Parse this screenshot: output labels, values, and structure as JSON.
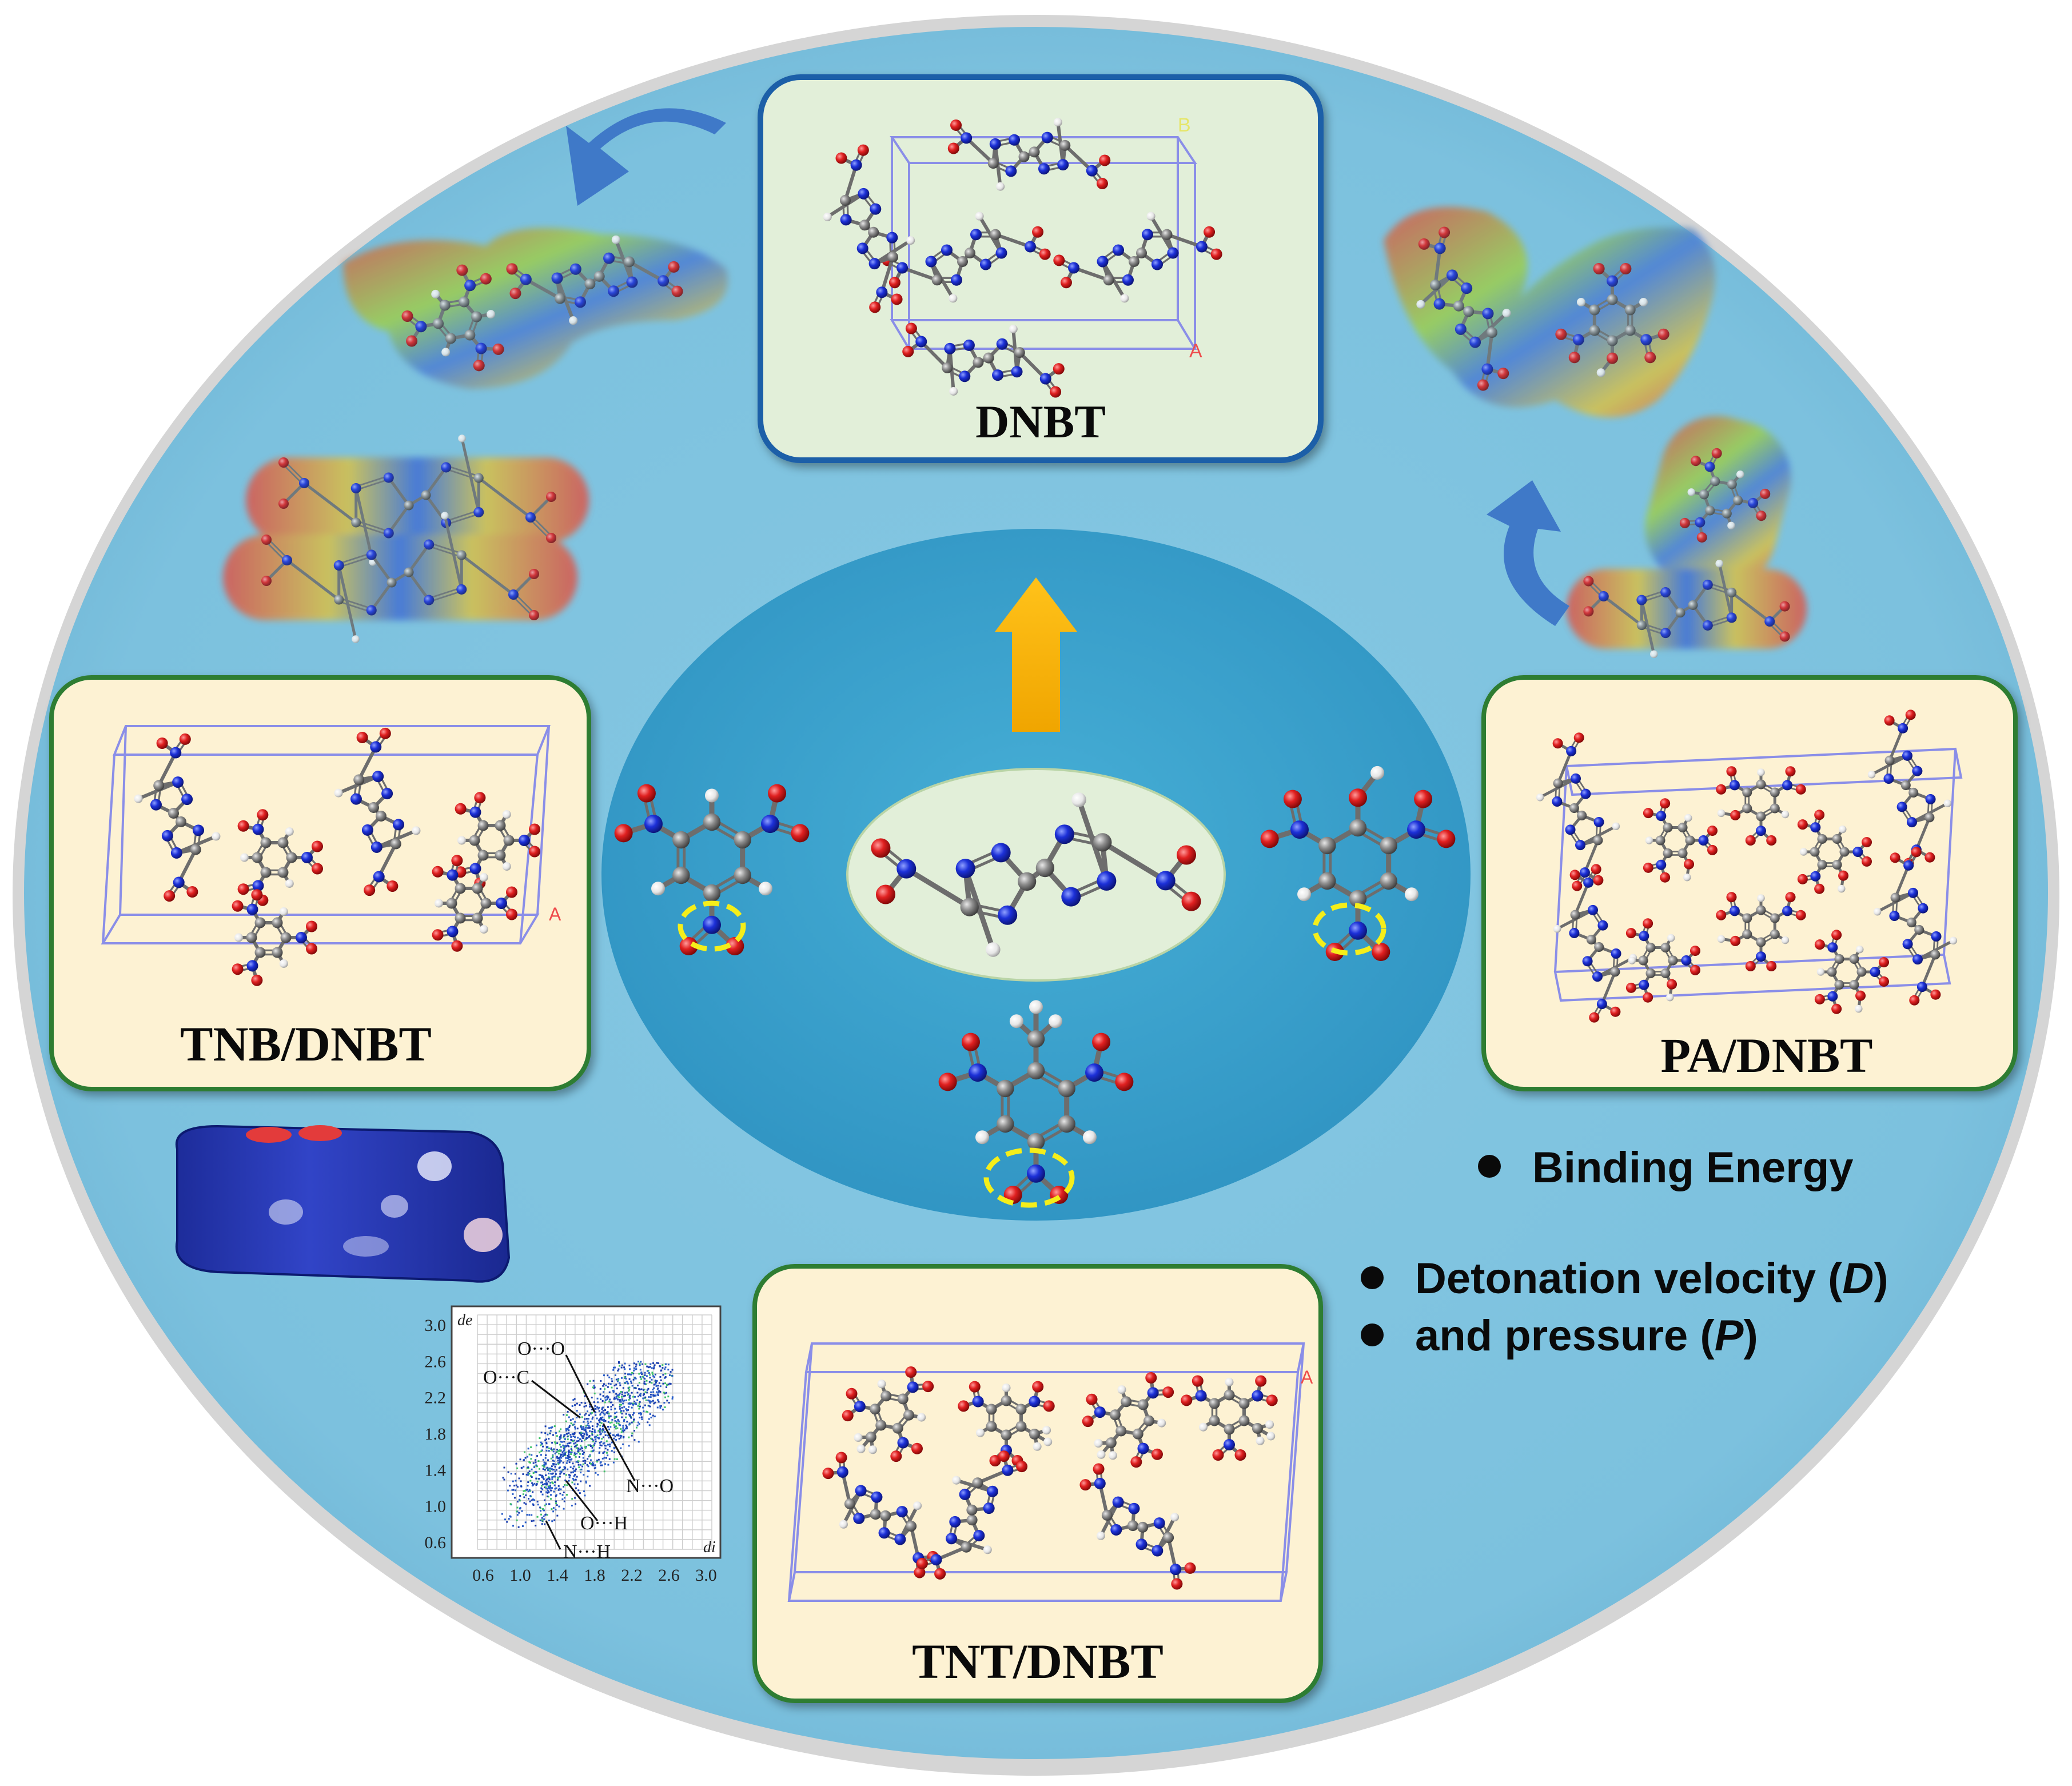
{
  "cards": {
    "dnbt": {
      "label": "DNBT",
      "axis_b": "B",
      "axis_a": "A"
    },
    "tnb": {
      "label": "TNB/DNBT",
      "axis_a": "A"
    },
    "pa": {
      "label": "PA/DNBT"
    },
    "tnt": {
      "label": "TNT/DNBT",
      "axis_a": "A"
    }
  },
  "properties": {
    "binding": "Binding Energy",
    "detonation_prefix": "Detonation velocity (",
    "detonation_symbol": "D",
    "detonation_suffix": ")",
    "pressure_prefix": "and pressure (",
    "pressure_symbol": "P",
    "pressure_suffix": ")"
  },
  "fingerprint": {
    "y_axis_label": "de",
    "x_axis_label": "di",
    "y_ticks": [
      "3.0",
      "2.6",
      "2.2",
      "1.8",
      "1.4",
      "1.0",
      "0.6"
    ],
    "x_ticks": [
      "0.6",
      "1.0",
      "1.4",
      "1.8",
      "2.2",
      "2.6",
      "3.0"
    ],
    "annotations": {
      "oo": "O···O",
      "oc": "O···C",
      "no": "N···O",
      "oh": "O···H",
      "nh": "N···H"
    }
  },
  "colors": {
    "outer_disk": "#7ec3df",
    "inner_disk": "#3fa7d0",
    "card_green": "#e2efd9",
    "card_cream": "#fdf2d3",
    "card_border": "#2e7d32",
    "arrow_orange": "#f6b400",
    "arrow_blue": "#3f79c8",
    "oxygen": "#d81c1c",
    "nitrogen": "#1b2fd6",
    "carbon": "#8c8c8c",
    "hydrogen": "#f2f2f2",
    "highlight_ring": "#f5ee1a"
  },
  "icons": [
    "curved-arrow-icon",
    "up-arrow-icon",
    "bullet-icon"
  ]
}
